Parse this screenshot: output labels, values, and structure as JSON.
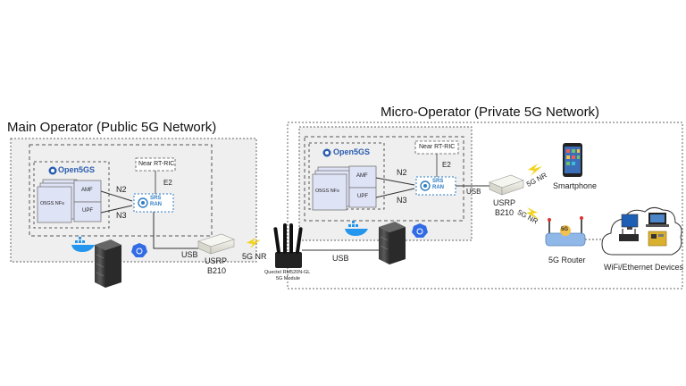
{
  "main_operator": {
    "title": "Main Operator (Public 5G Network)",
    "opensgs": "Open5GS",
    "nfs": "O5GS NFs",
    "amf": "AMF",
    "upf": "UPF",
    "near_rt_ric": "Near RT-RIC",
    "e2": "E2",
    "n2": "N2",
    "n3": "N3",
    "srs_top": "SRS",
    "srs_bottom": "RAN",
    "usb": "USB",
    "usrp_line1": "USRP",
    "usrp_line2": "B210",
    "nr": "5G NR"
  },
  "quectel": {
    "line1": "Quectel RM520N-GL",
    "line2": "5G Module"
  },
  "link_usb": "USB",
  "micro_operator": {
    "title": "Micro-Operator (Private 5G Network)",
    "opensgs": "Open5GS",
    "nfs": "O5GS NFs",
    "amf": "AMF",
    "upf": "UPF",
    "near_rt_ric": "Near RT-RIC",
    "e2": "E2",
    "n2": "N2",
    "n3": "N3",
    "srs_top": "SRS",
    "srs_bottom": "RAN",
    "usb": "USB",
    "usrp_line1": "USRP",
    "usrp_line2": "B210",
    "nr_phone": "5G NR",
    "nr_router": "5G NR",
    "smartphone": "Smartphone",
    "router": "5G Router",
    "router_badge": "5G",
    "devices": "WiFi/Ethernet Devices"
  },
  "colors": {
    "grey_box": "#efefef",
    "border": "#555555",
    "opensgs_blue": "#2a5db0",
    "nf_fill": "#dfe3f6",
    "srs_blue": "#2f7dc4",
    "lightning": "#f2d21b",
    "router_blue": "#8fb8e8"
  },
  "icons": [
    "docker-icon",
    "kubernetes-icon",
    "server-icon",
    "usrp-icon",
    "modem-icon",
    "smartphone-icon",
    "router-icon",
    "cloud-icon",
    "lightning-icon"
  ]
}
